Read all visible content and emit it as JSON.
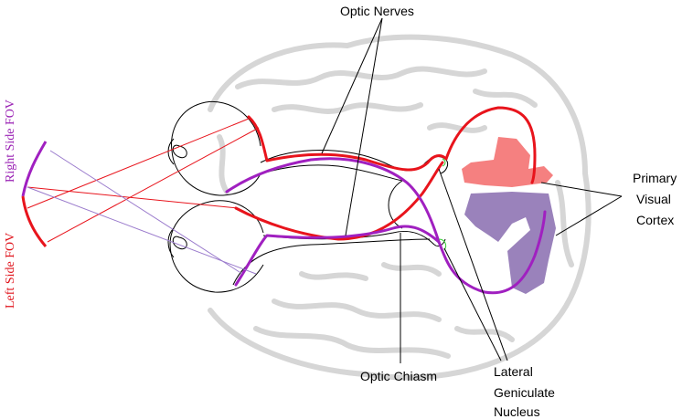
{
  "labels": {
    "optic_nerves": "Optic Nerves",
    "optic_chiasm": "Optic Chiasm",
    "lgn_line1": "Lateral",
    "lgn_line2": "Geniculate",
    "lgn_line3": "Nucleus",
    "cortex_line1": "Primary",
    "cortex_line2": "Visual",
    "cortex_line3": "Cortex",
    "right_fov": "Right Side FOV",
    "left_fov": "Left Side FOV"
  },
  "colors": {
    "red_pathway": "#e8141c",
    "purple_pathway": "#a020c0",
    "right_cortex": "#f58080",
    "left_cortex": "#9a82bb",
    "brain_outline": "#d8d8d8",
    "right_fov_text": "#9a22b4",
    "left_fov_text": "#e0141c"
  }
}
